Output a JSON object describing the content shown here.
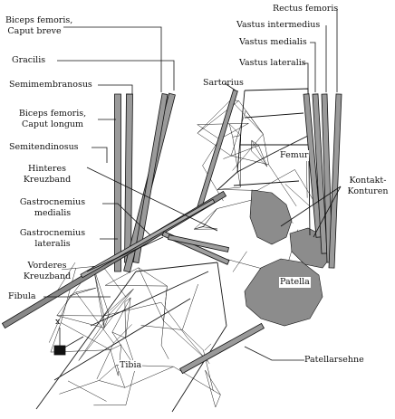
{
  "labels_left": {
    "biceps_breve_1": "Biceps femoris,",
    "biceps_breve_2": "Caput breve",
    "gracilis": "Gracilis",
    "semimembranosus": "Semimembranosus",
    "biceps_longum_1": "Biceps femoris,",
    "biceps_longum_2": "Caput longum",
    "semitendinosus": "Semitendinosus",
    "hinteres_1": "Hinteres",
    "hinteres_2": "Kreuzband",
    "gastro_med_1": "Gastrocnemius",
    "gastro_med_2": "medialis",
    "gastro_lat_1": "Gastrocnemius",
    "gastro_lat_2": "lateralis",
    "vorderes_1": "Vorderes",
    "vorderes_2": "Kreuzband",
    "fibula": "Fibula"
  },
  "labels_right": {
    "rectus_femoris": "Rectus femoris",
    "vastus_intermedius": "Vastus intermedius",
    "vastus_medialis": "Vastus medialis",
    "vastus_lateralis": "Vastus lateralis",
    "sartorius": "Sartorius",
    "kontakt_1": "Kontakt-",
    "kontakt_2": "Konturen",
    "patellarsehne": "Patellarsehne"
  },
  "labels_inner": {
    "femur": "Femur",
    "patella": "Patella",
    "tibia": "Tibia",
    "axis_x": "x"
  },
  "colors": {
    "ink": "#111111",
    "tendon_fill": "#9a9a9a",
    "contact_fill": "#8c8c8c",
    "mesh": "#1a1a1a"
  }
}
